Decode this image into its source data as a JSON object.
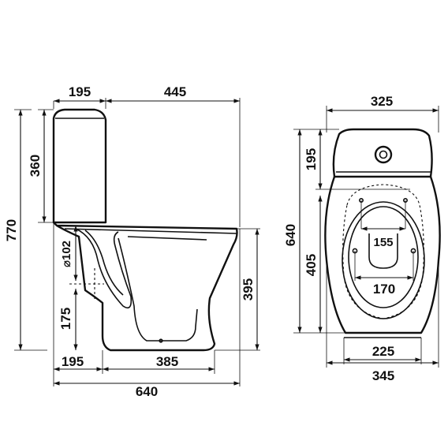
{
  "side_view": {
    "top_left_width": "195",
    "top_right_width": "445",
    "tank_height": "360",
    "total_height": "770",
    "outlet_diameter": "⌀102",
    "outlet_height": "175",
    "seat_height": "395",
    "bottom_left_width": "195",
    "bottom_right_width": "385",
    "total_length": "640"
  },
  "top_view": {
    "tank_width": "325",
    "tank_depth": "195",
    "total_depth": "640",
    "bowl_depth": "405",
    "inner_width": "155",
    "mount_width": "170",
    "base_width": "225",
    "total_width": "345"
  }
}
